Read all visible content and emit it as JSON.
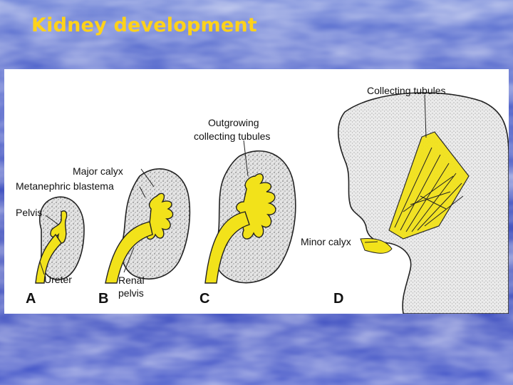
{
  "slide": {
    "title": "Kidney development"
  },
  "figure": {
    "panels": [
      "A",
      "B",
      "C",
      "D"
    ],
    "labels": {
      "collecting_tubules": "Collecting tubules",
      "outgrowing_line1": "Outgrowing",
      "outgrowing_line2": "collecting tubules",
      "major_calyx": "Major calyx",
      "metanephric_blastema": "Metanephric blastema",
      "pelvis": "Pelvis",
      "minor_calyx": "Minor calyx",
      "ureter": "Ureter",
      "renal": "Renal",
      "pelvis_b": "pelvis"
    },
    "colors": {
      "tissue": "#e7e7e7",
      "ureteric_bud": "#f2e21a",
      "outline": "#222222",
      "title": "#ffd21a"
    }
  }
}
